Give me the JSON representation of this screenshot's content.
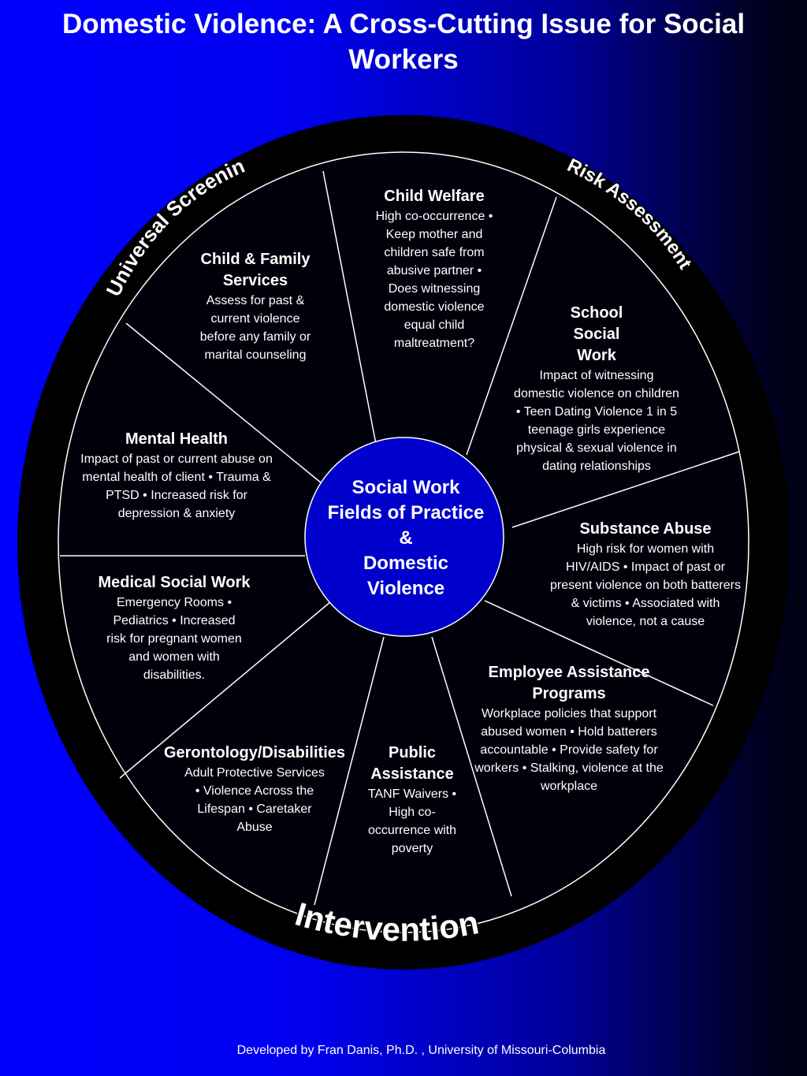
{
  "title": "Domestic Violence: A Cross-Cutting Issue for Social Workers",
  "ring_labels": {
    "top_left": "Universal Screening",
    "top_right": "Risk Assessment",
    "bottom": "Intervention"
  },
  "center": {
    "lines": [
      "Social Work",
      "Fields of Practice",
      "&",
      "Domestic",
      "Violence"
    ]
  },
  "sectors": [
    {
      "id": "child-welfare",
      "title": "Child Welfare",
      "body": "High co-occurrence • Keep mother and children safe from abusive partner • Does witnessing domestic violence equal child maltreatment?"
    },
    {
      "id": "school-social-work",
      "title": "School Social Work",
      "body": "Impact of witnessing domestic violence on children • Teen Dating Violence 1 in 5 teenage girls experience physical & sexual violence in dating relationships"
    },
    {
      "id": "substance-abuse",
      "title": "Substance Abuse",
      "body": "High risk for women with HIV/AIDS • Impact of past or present violence on both batterers & victims • Associated with violence, not a cause"
    },
    {
      "id": "employee-assistance",
      "title": "Employee Assistance Programs",
      "body": "Workplace policies that support abused women • Hold batterers accountable • Provide safety  for workers • Stalking, violence at the workplace"
    },
    {
      "id": "public-assistance",
      "title": "Public Assistance",
      "body": "TANF Waivers • High co-occurrence with poverty"
    },
    {
      "id": "gerontology",
      "title": "Gerontology/Disabilities",
      "body": "Adult Protective Services • Violence Across the Lifespan • Caretaker Abuse"
    },
    {
      "id": "medical-social-work",
      "title": "Medical Social Work",
      "body": "Emergency Rooms • Pediatrics • Increased risk for pregnant women and women with disabilities."
    },
    {
      "id": "mental-health",
      "title": "Mental Health",
      "body": "Impact of past or current abuse on mental health of client • Trauma & PTSD • Increased risk for depression & anxiety"
    },
    {
      "id": "child-family-services",
      "title": "Child & Family Services",
      "body": "Assess for past & current violence before any family or marital counseling"
    }
  ],
  "footer": "Developed by Fran Danis, Ph.D. , University of Missouri-Columbia"
}
